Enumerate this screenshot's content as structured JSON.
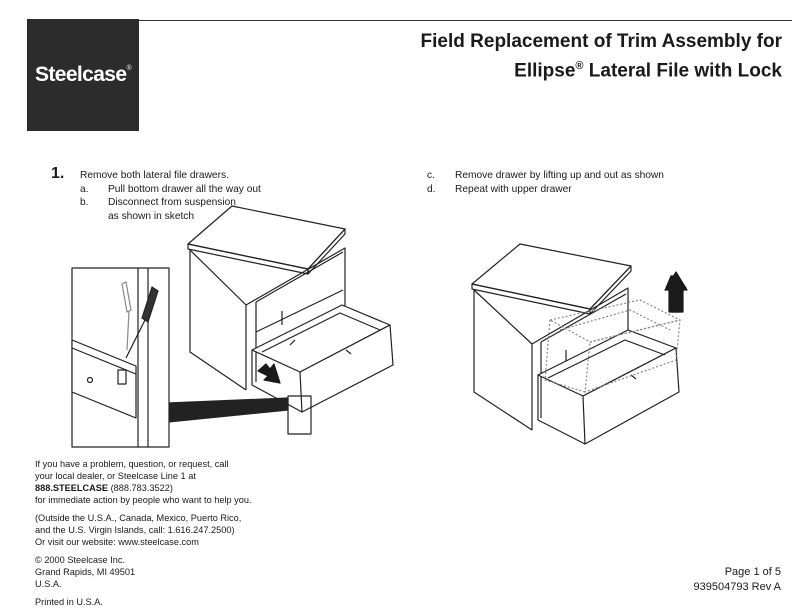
{
  "header": {
    "logo_text": "Steelcase",
    "logo_mark": "®",
    "title_line1": "Field Replacement of Trim Assembly for",
    "title_line2_a": "Ellipse",
    "title_line2_reg": "®",
    "title_line2_b": " Lateral File with Lock"
  },
  "step": {
    "number": "1.",
    "main": "Remove both lateral file drawers.",
    "items_left": [
      {
        "letter": "a.",
        "text": "Pull bottom drawer all the way out"
      },
      {
        "letter": "b.",
        "text": "Disconnect from suspension"
      },
      {
        "letter": "",
        "text": "as shown in sketch"
      }
    ],
    "items_right": [
      {
        "letter": "c.",
        "text": "Remove drawer by lifting up and out as shown"
      },
      {
        "letter": "d.",
        "text": "Repeat with upper drawer"
      }
    ]
  },
  "footer": {
    "p1_line1": "If you have a problem, question, or request, call",
    "p1_line2": "your local dealer, or Steelcase Line 1 at",
    "p1_phone_bold": "888.STEELCASE",
    "p1_phone_num": " (888.783.3522)",
    "p1_line4": "for immediate action by people who want to help you.",
    "p2_line1": "(Outside the U.S.A., Canada, Mexico, Puerto Rico,",
    "p2_line2": "and the U.S. Virgin Islands, call: 1.616.247.2500)",
    "p2_line3": "Or visit our website: www.steelcase.com",
    "p3_line1": "© 2000 Steelcase Inc.",
    "p3_line2": "Grand Rapids, MI 49501",
    "p3_line3": "U.S.A.",
    "p4": "Printed in U.S.A."
  },
  "page": {
    "page_of": "Page 1 of 5",
    "doc_number": "939504793 Rev A"
  },
  "colors": {
    "logo_bg": "#2c2c2c",
    "line": "#333333",
    "arrow": "#1a1a1a"
  }
}
